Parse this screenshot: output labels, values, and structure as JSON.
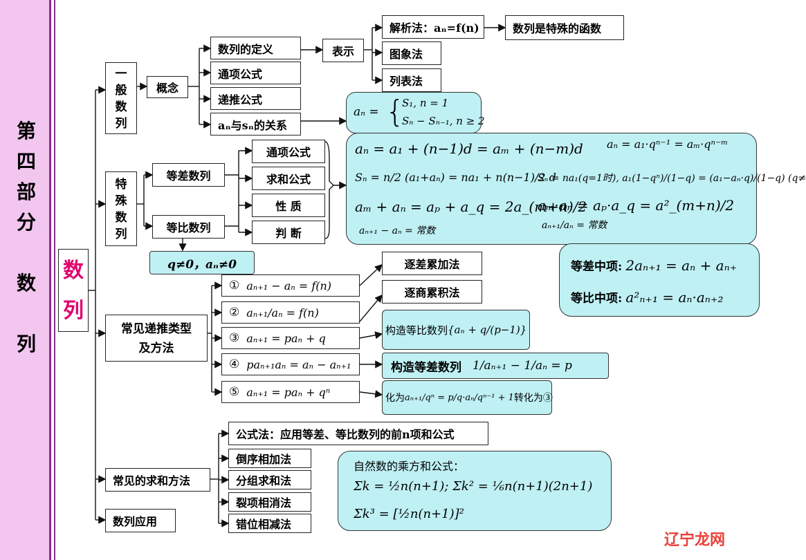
{
  "left_title": [
    "第",
    "四",
    "部",
    "分",
    "",
    "数",
    "",
    "列"
  ],
  "root": [
    "数",
    "列"
  ],
  "level1": {
    "general": [
      "一",
      "般",
      "数",
      "列"
    ],
    "special": [
      "特",
      "殊",
      "数",
      "列"
    ],
    "recursive": [
      "常见递推类型",
      "及方法"
    ],
    "summation": "常见的求和方法",
    "application": "数列应用"
  },
  "concept": "概念",
  "concept_items": [
    "数列的定义",
    "通项公式",
    "递推公式",
    "aₙ与sₙ的关系"
  ],
  "represent": "表示",
  "represent_items": [
    "解析法：aₙ=f(n)",
    "图象法",
    "列表法"
  ],
  "special_func": "数列是特殊的函数",
  "an_sn_formula": {
    "top": "S₁,   n = 1",
    "bottom": "Sₙ − Sₙ₋₁,   n ≥ 2",
    "lhs": "aₙ ="
  },
  "arith": "等差数列",
  "geom": "等比数列",
  "geom_cond": "q≠0，aₙ≠0",
  "props": [
    "通项公式",
    "求和公式",
    "性  质",
    "判  断"
  ],
  "special_formulas": {
    "f1": "aₙ = a₁ + (n−1)d = aₘ + (n−m)d",
    "f2": "aₙ = a₁·qⁿ⁻¹ = aₘ·qⁿ⁻ᵐ",
    "f3": "Sₙ = n/2 (a₁+aₙ) = na₁ + n(n−1)/2 d",
    "f4": "Sₙ = na₁(q=1时), a₁(1−qⁿ)/(1−q) = (a₁−aₙ·q)/(1−q) (q≠",
    "f5": "aₘ + aₙ = aₚ + a_q = 2a_(m+n)/2",
    "f6": "aₘ·aₙ = aₚ·a_q = a²_(m+n)/2",
    "f7": "aₙ₊₁ − aₙ = 常数",
    "f8": "aₙ₊₁/aₙ = 常数"
  },
  "middle": {
    "arith_label": "等差中项:",
    "arith_formula": "2aₙ₊₁ = aₙ + aₙ₊",
    "geom_label": "等比中项:",
    "geom_formula": "a²ₙ₊₁ = aₙ·aₙ₊₂"
  },
  "recursive_items": [
    {
      "n": "①",
      "f": "aₙ₊₁ − aₙ = f(n)"
    },
    {
      "n": "②",
      "f": "aₙ₊₁/aₙ = f(n)"
    },
    {
      "n": "③",
      "f": "aₙ₊₁ = paₙ + q"
    },
    {
      "n": "④",
      "f": "paₙ₊₁aₙ = aₙ − aₙ₊₁"
    },
    {
      "n": "⑤",
      "f": "aₙ₊₁ = paₙ + qⁿ"
    }
  ],
  "methods": {
    "m1": "逐差累加法",
    "m2": "逐商累积法",
    "m3_prefix": "构造等比数列",
    "m3_formula": "{aₙ + q/(p−1)}",
    "m4": "构造等差数列",
    "m4_formula": "1/aₙ₊₁ − 1/aₙ = p",
    "m5_prefix": "化为",
    "m5_formula": "aₙ₊₁/qⁿ = p/q·aₙ/qⁿ⁻¹ + 1",
    "m5_suffix": "转化为③"
  },
  "sum_methods": [
    "公式法：应用等差、等比数列的前n项和公式",
    "倒序相加法",
    "分组求和法",
    "裂项相消法",
    "错位相减法"
  ],
  "natural_sums": {
    "title": "自然数的乘方和公式：",
    "s1": "Σk = ½n(n+1);  Σk² = ⅙n(n+1)(2n+1)",
    "s2": "Σk³ = [½n(n+1)]²"
  },
  "watermark": "辽宁龙网",
  "colors": {
    "sidebar": "#f2c6ef",
    "accent_pink": "#e0006c",
    "cyan_box": "#bff0f4",
    "dash_red": "#e02020"
  }
}
